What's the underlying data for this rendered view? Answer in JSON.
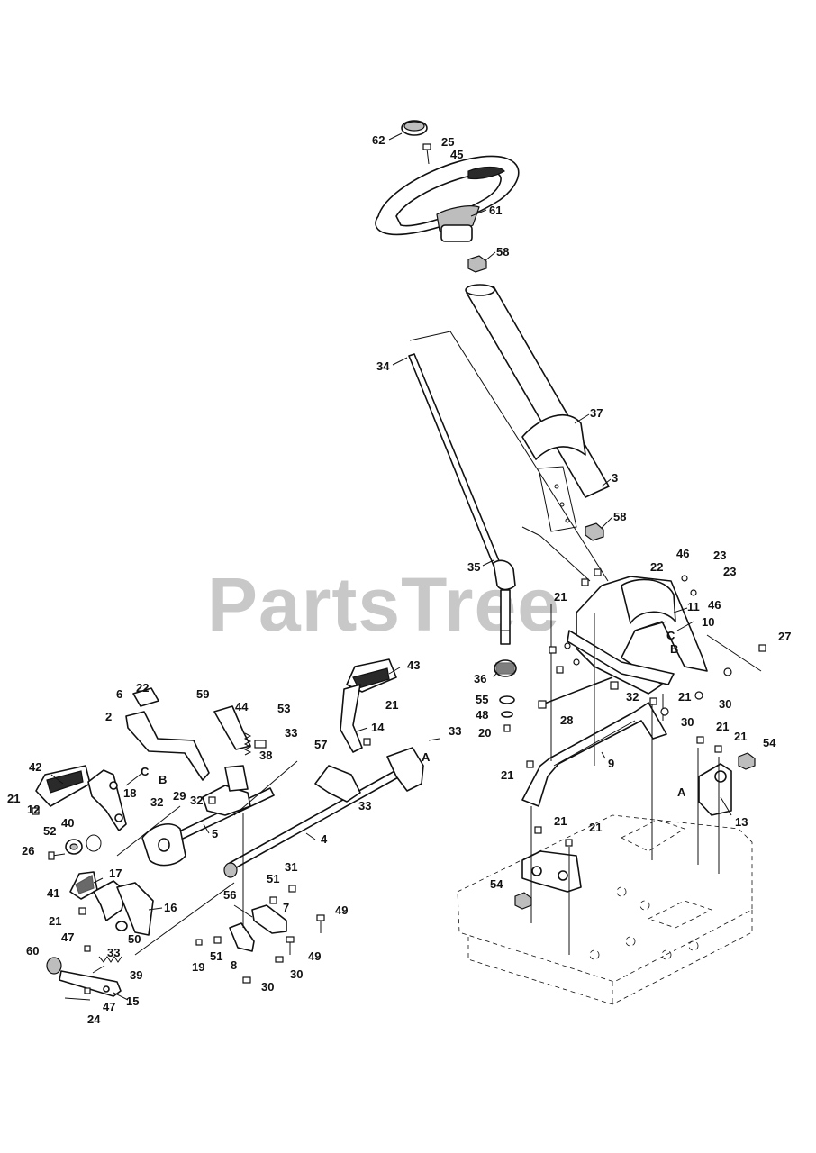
{
  "watermark": "PartsTree",
  "callouts": [
    {
      "id": "62",
      "text": "62"
    },
    {
      "id": "25",
      "text": "25"
    },
    {
      "id": "45",
      "text": "45"
    },
    {
      "id": "61",
      "text": "61"
    },
    {
      "id": "58a",
      "text": "58"
    },
    {
      "id": "34",
      "text": "34"
    },
    {
      "id": "37",
      "text": "37"
    },
    {
      "id": "3",
      "text": "3"
    },
    {
      "id": "58b",
      "text": "58"
    },
    {
      "id": "35",
      "text": "35"
    },
    {
      "id": "46a",
      "text": "46"
    },
    {
      "id": "23a",
      "text": "23"
    },
    {
      "id": "22a",
      "text": "22"
    },
    {
      "id": "23b",
      "text": "23"
    },
    {
      "id": "21a",
      "text": "21"
    },
    {
      "id": "46b",
      "text": "46"
    },
    {
      "id": "11",
      "text": "11"
    },
    {
      "id": "10",
      "text": "10"
    },
    {
      "id": "27",
      "text": "27"
    },
    {
      "id": "43",
      "text": "43"
    },
    {
      "id": "36",
      "text": "36"
    },
    {
      "id": "55",
      "text": "55"
    },
    {
      "id": "48",
      "text": "48"
    },
    {
      "id": "20",
      "text": "20"
    },
    {
      "id": "32a",
      "text": "32"
    },
    {
      "id": "21b",
      "text": "21"
    },
    {
      "id": "30a",
      "text": "30"
    },
    {
      "id": "28",
      "text": "28"
    },
    {
      "id": "30b",
      "text": "30"
    },
    {
      "id": "21c",
      "text": "21"
    },
    {
      "id": "21d",
      "text": "21"
    },
    {
      "id": "54a",
      "text": "54"
    },
    {
      "id": "6",
      "text": "6"
    },
    {
      "id": "22b",
      "text": "22"
    },
    {
      "id": "59",
      "text": "59"
    },
    {
      "id": "44",
      "text": "44"
    },
    {
      "id": "53",
      "text": "53"
    },
    {
      "id": "2",
      "text": "2"
    },
    {
      "id": "33a",
      "text": "33"
    },
    {
      "id": "21e",
      "text": "21"
    },
    {
      "id": "14",
      "text": "14"
    },
    {
      "id": "33b",
      "text": "33"
    },
    {
      "id": "38",
      "text": "38"
    },
    {
      "id": "57",
      "text": "57"
    },
    {
      "id": "42",
      "text": "42"
    },
    {
      "id": "9",
      "text": "9"
    },
    {
      "id": "21f",
      "text": "21"
    },
    {
      "id": "18",
      "text": "18"
    },
    {
      "id": "29",
      "text": "29"
    },
    {
      "id": "32b",
      "text": "32"
    },
    {
      "id": "32c",
      "text": "32"
    },
    {
      "id": "33c",
      "text": "33"
    },
    {
      "id": "21g",
      "text": "21"
    },
    {
      "id": "12",
      "text": "12"
    },
    {
      "id": "13",
      "text": "13"
    },
    {
      "id": "5",
      "text": "5"
    },
    {
      "id": "40",
      "text": "40"
    },
    {
      "id": "4",
      "text": "4"
    },
    {
      "id": "21h",
      "text": "21"
    },
    {
      "id": "21i",
      "text": "21"
    },
    {
      "id": "52",
      "text": "52"
    },
    {
      "id": "26",
      "text": "26"
    },
    {
      "id": "17",
      "text": "17"
    },
    {
      "id": "41",
      "text": "41"
    },
    {
      "id": "56",
      "text": "56"
    },
    {
      "id": "51a",
      "text": "51"
    },
    {
      "id": "31",
      "text": "31"
    },
    {
      "id": "54b",
      "text": "54"
    },
    {
      "id": "7",
      "text": "7"
    },
    {
      "id": "16",
      "text": "16"
    },
    {
      "id": "21j",
      "text": "21"
    },
    {
      "id": "49a",
      "text": "49"
    },
    {
      "id": "47a",
      "text": "47"
    },
    {
      "id": "50",
      "text": "50"
    },
    {
      "id": "33d",
      "text": "33"
    },
    {
      "id": "60",
      "text": "60"
    },
    {
      "id": "19",
      "text": "19"
    },
    {
      "id": "51b",
      "text": "51"
    },
    {
      "id": "8",
      "text": "8"
    },
    {
      "id": "49b",
      "text": "49"
    },
    {
      "id": "30c",
      "text": "30"
    },
    {
      "id": "39",
      "text": "39"
    },
    {
      "id": "15",
      "text": "15"
    },
    {
      "id": "30d",
      "text": "30"
    },
    {
      "id": "47b",
      "text": "47"
    },
    {
      "id": "24",
      "text": "24"
    }
  ],
  "ref_letters": [
    {
      "id": "C1",
      "text": "C"
    },
    {
      "id": "B1",
      "text": "B"
    },
    {
      "id": "A1",
      "text": "A"
    },
    {
      "id": "C2",
      "text": "C"
    },
    {
      "id": "B2",
      "text": "B"
    },
    {
      "id": "A2",
      "text": "A"
    }
  ]
}
